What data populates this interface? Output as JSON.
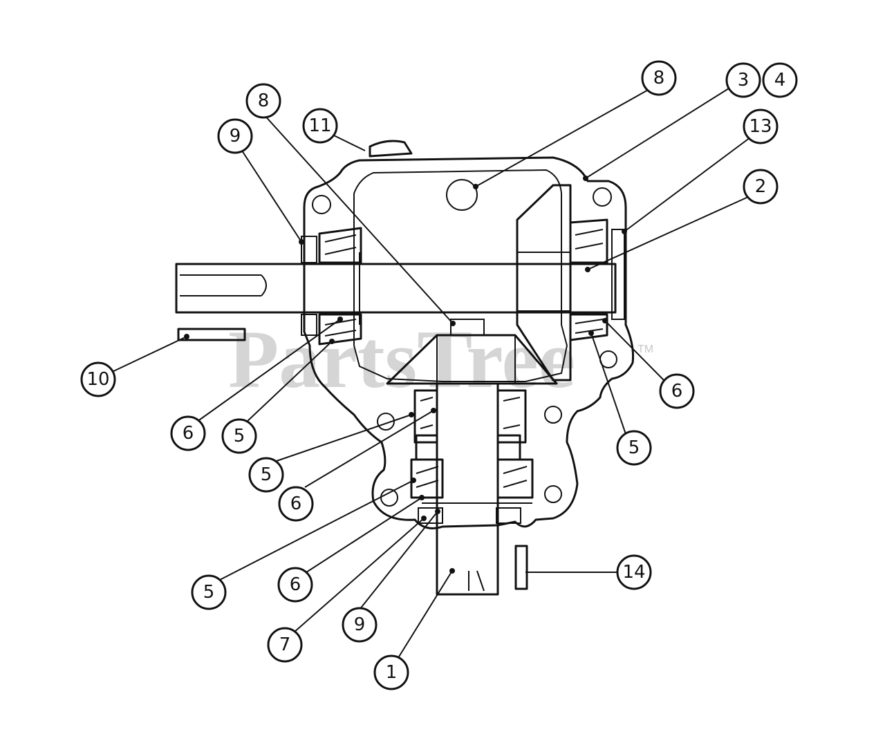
{
  "watermark": {
    "text": "PartsTree",
    "tm": "TM"
  },
  "callouts": [
    {
      "id": "c8a",
      "label": "8"
    },
    {
      "id": "c8b",
      "label": "8"
    },
    {
      "id": "c3",
      "label": "3"
    },
    {
      "id": "c4",
      "label": "4"
    },
    {
      "id": "c13",
      "label": "13"
    },
    {
      "id": "c2",
      "label": "2"
    },
    {
      "id": "c11",
      "label": "11"
    },
    {
      "id": "c9a",
      "label": "9"
    },
    {
      "id": "c10",
      "label": "10"
    },
    {
      "id": "c6a",
      "label": "6"
    },
    {
      "id": "c5a",
      "label": "5"
    },
    {
      "id": "c6b",
      "label": "6"
    },
    {
      "id": "c5b",
      "label": "5"
    },
    {
      "id": "c5c",
      "label": "5"
    },
    {
      "id": "c6c",
      "label": "6"
    },
    {
      "id": "c5d",
      "label": "5"
    },
    {
      "id": "c6d",
      "label": "6"
    },
    {
      "id": "c7",
      "label": "7"
    },
    {
      "id": "c9b",
      "label": "9"
    },
    {
      "id": "c1",
      "label": "1"
    },
    {
      "id": "c14",
      "label": "14"
    }
  ]
}
